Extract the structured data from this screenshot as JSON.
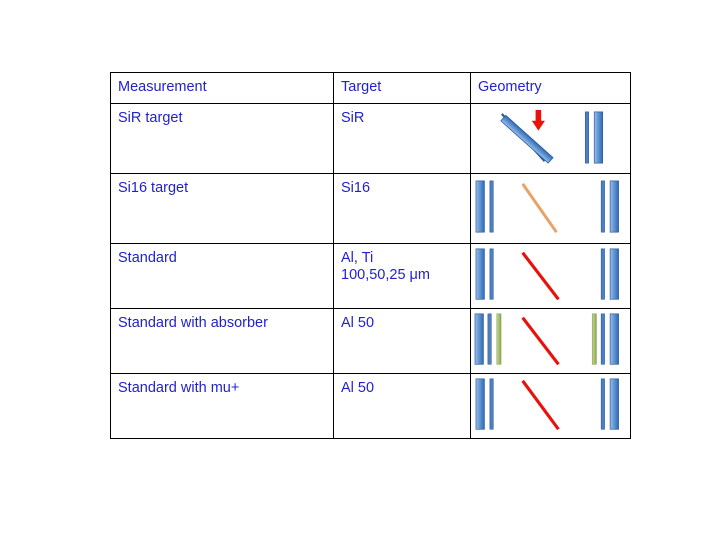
{
  "slide": {
    "background_color": "#ffffff",
    "text_color": "#2222CC",
    "border_color": "#000000"
  },
  "table": {
    "headers": [
      {
        "label": "Measurement",
        "name": "column-header-measurement"
      },
      {
        "label": "Target",
        "name": "column-header-target"
      },
      {
        "label": "Geometry",
        "name": "column-header-geometry"
      }
    ],
    "rows": [
      {
        "measurement": "SiR target",
        "target": "SiR",
        "geometry": {
          "name": "geometry-sir-target",
          "description": "tilted SiR target bar with red beam arrow and two vertical detector bars",
          "elements": [
            "thin-blue-line-diagonal",
            "thick-blue-bar-diagonal",
            "red-down-arrow",
            "thin-blue-bar-vertical",
            "wide-blue-bar-vertical"
          ]
        }
      },
      {
        "measurement": "Si16 target",
        "target": "Si16",
        "geometry": {
          "name": "geometry-si16-target",
          "description": "two detector bar pairs with orange diagonal beam line",
          "elements": [
            "wide-blue-bar-vertical",
            "thin-blue-bar-vertical",
            "orange-diagonal-line",
            "thin-blue-bar-vertical",
            "wide-blue-bar-vertical"
          ]
        }
      },
      {
        "measurement": "Standard",
        "target": "Al, Ti\n100,50,25 μm",
        "geometry": {
          "name": "geometry-standard",
          "description": "two detector bar pairs with red diagonal beam line",
          "elements": [
            "wide-blue-bar-vertical",
            "thin-blue-bar-vertical",
            "red-diagonal-line",
            "thin-blue-bar-vertical",
            "wide-blue-bar-vertical"
          ]
        }
      },
      {
        "measurement": "Standard with absorber",
        "target": "Al 50",
        "geometry": {
          "name": "geometry-standard-with-absorber",
          "description": "detector bars plus green absorber bars with red diagonal beam line",
          "elements": [
            "wide-blue-bar-vertical",
            "thin-blue-bar-vertical",
            "green-absorber-bar",
            "red-diagonal-line",
            "green-absorber-bar",
            "thin-blue-bar-vertical",
            "wide-blue-bar-vertical"
          ]
        }
      },
      {
        "measurement": "Standard with mu+",
        "target": "Al 50",
        "geometry": {
          "name": "geometry-standard-with-mu-plus",
          "description": "two detector bar pairs with red diagonal beam line",
          "elements": [
            "wide-blue-bar-vertical",
            "thin-blue-bar-vertical",
            "red-diagonal-line",
            "thin-blue-bar-vertical",
            "wide-blue-bar-vertical"
          ]
        }
      }
    ]
  },
  "legend_colors": {
    "detector_bar_blue": "#5B8FD4",
    "detector_bar_blue_dark": "#2E5C9A",
    "absorber_green": "#A4BC68",
    "beam_red": "#E8120B",
    "beam_orange": "#E8A268",
    "text_blue": "#2222CC"
  }
}
